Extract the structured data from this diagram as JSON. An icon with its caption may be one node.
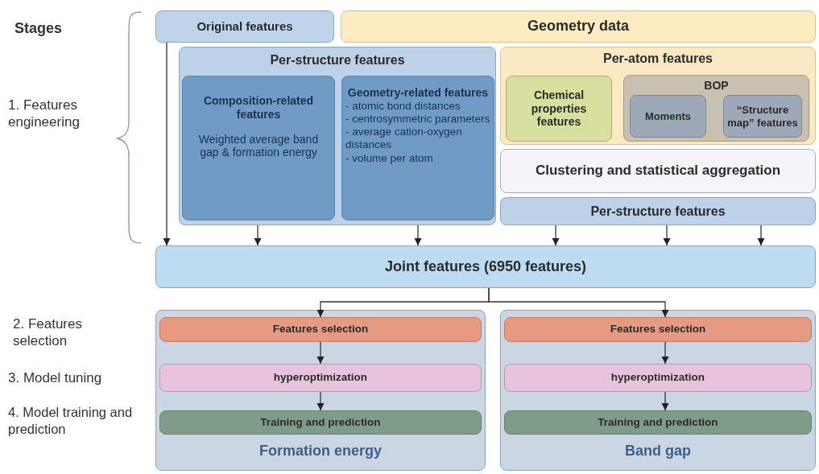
{
  "diagram": {
    "nodes": [
      {
        "text": [
          "Original features"
        ]
      },
      {
        "text": [
          "Geometry data"
        ]
      },
      {
        "text": [
          "Per-structure features"
        ]
      },
      {
        "text": [
          "Composition-related features",
          "Weighted average band gap & formation energy"
        ],
        "in": 2
      },
      {
        "text": [
          "Geometry-related features",
          "- atomic bond distances",
          "- centrosymmetric parameters",
          "- average cation-oxygen distances",
          "- volume per atom"
        ],
        "in": 2
      },
      {
        "text": [
          "Per-atom features"
        ]
      },
      {
        "text": [
          "Chemical properties features"
        ],
        "in": 5
      },
      {
        "text": [
          "BOP"
        ],
        "in": 5
      },
      {
        "text": [
          "Moments"
        ],
        "in": 7
      },
      {
        "text": [
          "“Structure map” features"
        ],
        "in": 7
      },
      {
        "text": [
          "Clustering and statistical aggregation"
        ]
      },
      {
        "text": [
          "Per-structure features"
        ]
      },
      {
        "text": [
          "Joint features (6950 features)"
        ]
      },
      {
        "text": [
          "Formation energy"
        ]
      },
      {
        "text": [
          "Features selection"
        ],
        "in": 13
      },
      {
        "text": [
          "hyperoptimization"
        ],
        "in": 13
      },
      {
        "text": [
          "Training and prediction"
        ],
        "in": 13
      },
      {
        "text": [
          "Band gap"
        ]
      },
      {
        "text": [
          "Features selection"
        ],
        "in": 17
      },
      {
        "text": [
          "hyperoptimization"
        ],
        "in": 17
      },
      {
        "text": [
          "Training and prediction"
        ],
        "in": 17
      }
    ],
    "edges": [
      {
        "from": 0,
        "to": 12,
        "arrow": "to"
      },
      {
        "from": 2,
        "to": 12,
        "arrow": "to"
      },
      {
        "from": 2,
        "to": 12,
        "arrow": "to"
      },
      {
        "from": 11,
        "to": 12,
        "arrow": "to"
      },
      {
        "from": 11,
        "to": 12,
        "arrow": "to"
      },
      {
        "from": 11,
        "to": 12,
        "arrow": "to"
      },
      {
        "from": 12,
        "to": 14,
        "arrow": "to"
      },
      {
        "from": 12,
        "to": 18,
        "arrow": "to"
      },
      {
        "from": 14,
        "to": 15,
        "arrow": "to"
      },
      {
        "from": 15,
        "to": 16,
        "arrow": "to"
      },
      {
        "from": 18,
        "to": 19,
        "arrow": "to"
      },
      {
        "from": 19,
        "to": 20,
        "arrow": "to"
      }
    ],
    "labels": [
      "Stages",
      "1. Features engineering",
      "2. Features selection",
      "3. Model tuning",
      "4. Model training and prediction"
    ]
  }
}
